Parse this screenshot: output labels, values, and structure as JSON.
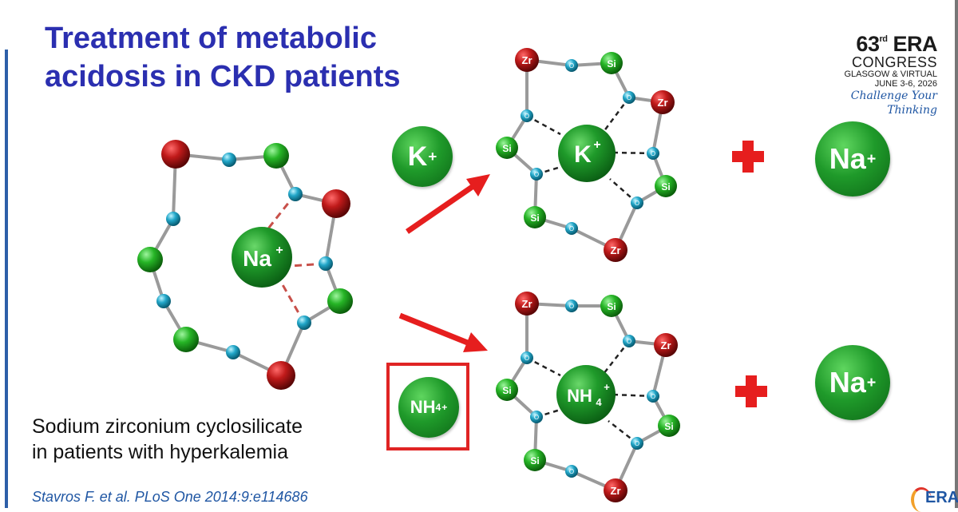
{
  "title": {
    "line1": "Treatment of metabolic",
    "line2": "acidosis in CKD patients"
  },
  "logo": {
    "number": "63",
    "ordinal": "rd",
    "era": "ERA",
    "congress": "CONGRESS",
    "location": "GLASGOW & VIRTUAL",
    "dates": "JUNE 3-6, 2026",
    "tagline": "Challenge Your Thinking"
  },
  "ions": {
    "na": "Na",
    "na_charge": "+",
    "k": "K",
    "k_charge": "+",
    "nh4": "NH",
    "nh4_sub": "4",
    "nh4_charge": "+"
  },
  "atoms": {
    "zr": "Zr",
    "si": "Si",
    "o": "O"
  },
  "caption": {
    "line1": "Sodium zirconium cyclosilicate",
    "line2": "in patients with hyperkalemia"
  },
  "citation": "Stavros F. et al. PLoS One 2014:9:e114686",
  "footer_logo": "ERA",
  "colors": {
    "title": "#2b2fb0",
    "arrow": "#e61e1e",
    "zr": "#b01818",
    "si": "#22b022",
    "o": "#1aa6c9",
    "bond_dash_left": "#c8504a",
    "bond_dash_right": "#222222"
  }
}
